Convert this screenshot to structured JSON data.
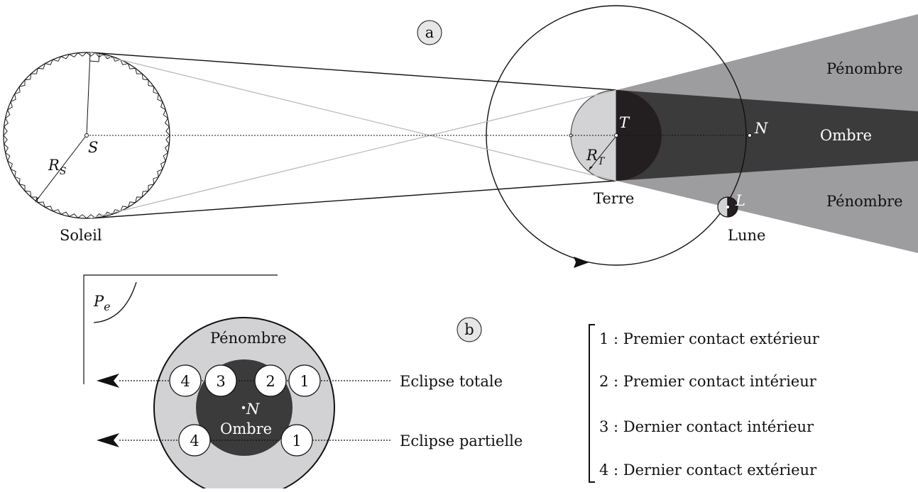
{
  "figure_a": {
    "panel_label": "a",
    "sun_label": "Soleil",
    "sun_center": "S",
    "sun_radius_main": "R",
    "sun_radius_sub": "S",
    "earth_label": "Terre",
    "earth_center": "T",
    "earth_radius_main": "R",
    "earth_radius_sub": "T",
    "moon_label": "Lune",
    "moon_point": "L",
    "node_point": "N",
    "penumbra_top": "Pénombre",
    "penumbra_bottom": "Pénombre",
    "umbra": "Ombre"
  },
  "figure_b": {
    "panel_label": "b",
    "plane_main": "P",
    "plane_sub": "e",
    "penumbra": "Pénombre",
    "umbra": "Ombre",
    "center": "N",
    "total_label": "Eclipse totale",
    "partial_label": "Eclipse partielle",
    "total_contacts": [
      "4",
      "3",
      "2",
      "1"
    ],
    "partial_contacts": [
      "4",
      "1"
    ]
  },
  "legend": [
    "1 : Premier contact extérieur",
    "2 : Premier contact intérieur",
    "3 : Dernier contact intérieur",
    "4 : Dernier contact extérieur"
  ],
  "colors": {
    "penumbra_gray": "#9d9d9f",
    "umbra_dark": "#3b3b3b",
    "earth_light": "#d3d3d5",
    "earth_night": "#231f20",
    "disc_light": "#d2d2d4"
  }
}
